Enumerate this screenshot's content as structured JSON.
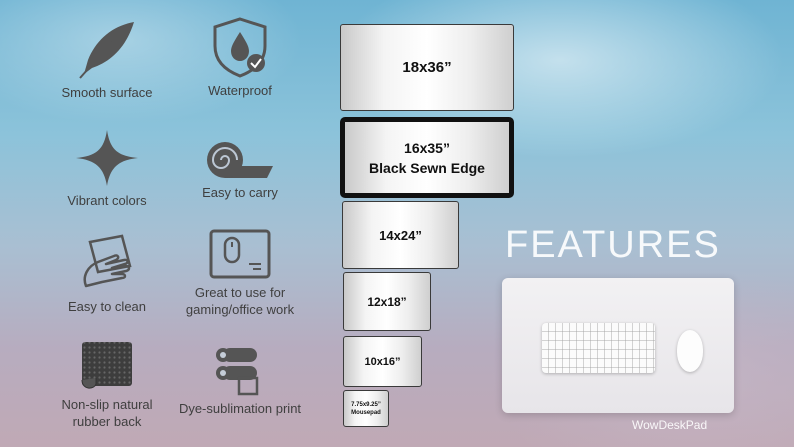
{
  "features": [
    {
      "label": "Smooth surface",
      "icon": "feather-icon"
    },
    {
      "label": "Waterproof",
      "icon": "shield-drop-icon"
    },
    {
      "label": "Vibrant colors",
      "icon": "sparkle-icon"
    },
    {
      "label": "Easy to carry",
      "icon": "rolled-mat-icon"
    },
    {
      "label": "Easy to clean",
      "icon": "hand-wipe-icon"
    },
    {
      "label": "Great to use for\ngaming/office work",
      "icon": "mousepad-icon"
    },
    {
      "label": "Non-slip natural\nrubber back",
      "icon": "rubber-base-icon"
    },
    {
      "label": "Dye-sublimation print",
      "icon": "print-rollers-icon"
    }
  ],
  "sizes": [
    {
      "label": "18x36”"
    },
    {
      "label": "16x35”\nBlack Sewn Edge"
    },
    {
      "label": "14x24”"
    },
    {
      "label": "12x18”"
    },
    {
      "label": "10x16”"
    },
    {
      "label": "7.75x9.25”\nMousepad"
    }
  ],
  "title": "FEATURES",
  "brand": "WowDeskPad",
  "colors": {
    "icon": "#555555",
    "text": "#3f3f3f",
    "edge": "#111111"
  }
}
